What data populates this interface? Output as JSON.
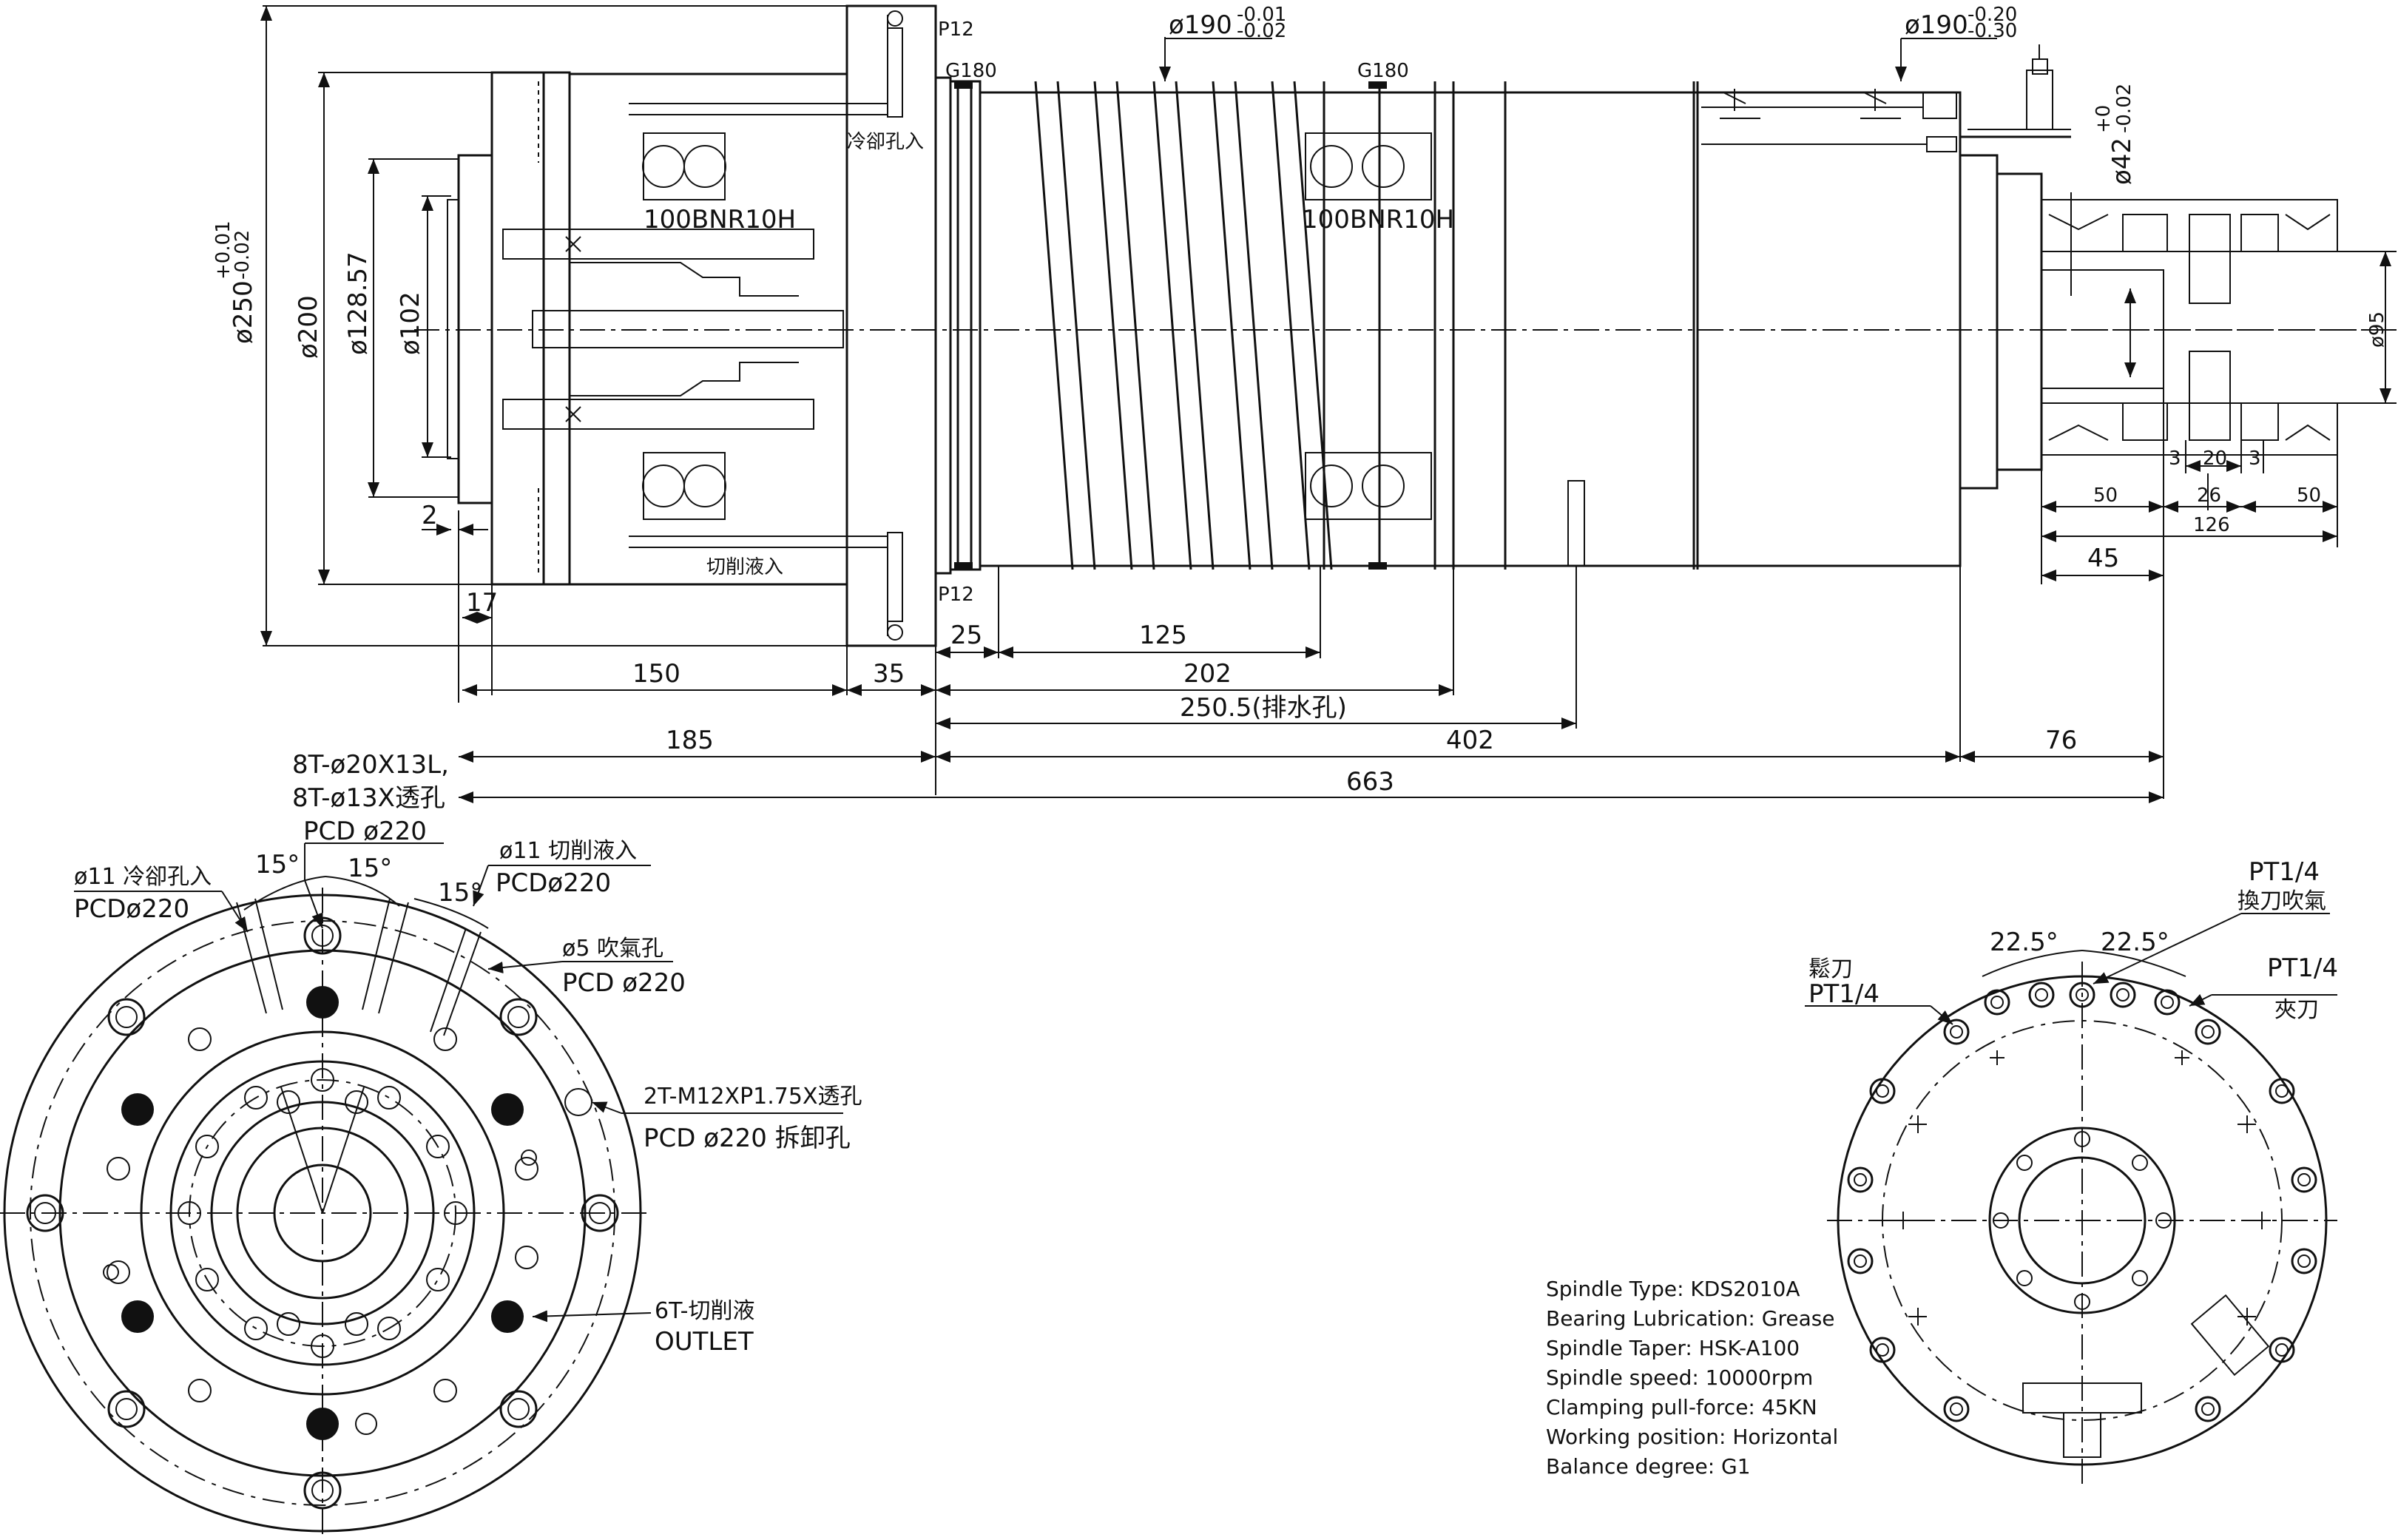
{
  "side_view": {
    "dia_250": "ø250",
    "dia_250_tol_upper": "+0.01",
    "dia_250_tol_lower": "-0.02",
    "dia_200": "ø200",
    "dia_128": "ø128.57",
    "dia_102": "ø102",
    "dia_190_a": "ø190",
    "dia_190_a_tol_upper": "-0.01",
    "dia_190_a_tol_lower": "-0.02",
    "dia_190_b": "ø190",
    "dia_190_b_tol_upper": "-0.20",
    "dia_190_b_tol_lower": "-0.30",
    "dia_42": "ø42",
    "dia_42_tol_upper": "+0",
    "dia_42_tol_lower": "-0.02",
    "dia_95": "ø95",
    "bearing_front": "100BNR10H",
    "bearing_rear": "100BNR10H",
    "g180_a": "G180",
    "g180_b": "G180",
    "p12_top": "P12",
    "p12_bottom": "P12",
    "coolant_in": "冷卻孔入",
    "cutting_fluid_in": "切削液入",
    "dim_2": "2",
    "dim_17": "17",
    "dim_150": "150",
    "dim_35": "35",
    "dim_25": "25",
    "dim_125": "125",
    "dim_202": "202",
    "dim_250_5": "250.5(排水孔)",
    "dim_185": "185",
    "dim_402": "402",
    "dim_76": "76",
    "dim_663": "663",
    "dim_45": "45",
    "dim_3a": "3",
    "dim_20": "20",
    "dim_3b": "3",
    "dim_50a": "50",
    "dim_26": "26",
    "dim_50b": "50",
    "dim_126": "126"
  },
  "front_view": {
    "holes_line1": "8T-ø20X13L,",
    "holes_line2": "8T-ø13X透孔",
    "holes_pcd": "PCD ø220",
    "coolant_hole": "ø11 冷卻孔入",
    "coolant_pcd": "PCDø220",
    "cutting_hole": "ø11 切削液入",
    "cutting_pcd": "PCDø220",
    "angle_a": "15°",
    "angle_b": "15°",
    "angle_c": "15°",
    "air_hole": "ø5 吹氣孔",
    "air_pcd": "PCD ø220",
    "tap_holes": "2T-M12XP1.75X透孔",
    "tap_pcd": "PCD ø220 拆卸孔",
    "outlet_cn": "6T-切削液",
    "outlet_en": "OUTLET"
  },
  "rear_view": {
    "pt_top": "PT1/4",
    "pt_top_label": "換刀吹氣",
    "pt_left_label": "鬆刀",
    "pt_left": "PT1/4",
    "pt_right": "PT1/4",
    "pt_right_label": "夾刀",
    "angle_a": "22.5°",
    "angle_b": "22.5°"
  },
  "specs": [
    "Spindle Type: KDS2010A",
    "Bearing Lubrication: Grease",
    "Spindle Taper: HSK-A100",
    "Spindle speed: 10000rpm",
    "Clamping pull-force: 45KN",
    "Working position: Horizontal",
    "Balance degree: G1"
  ]
}
